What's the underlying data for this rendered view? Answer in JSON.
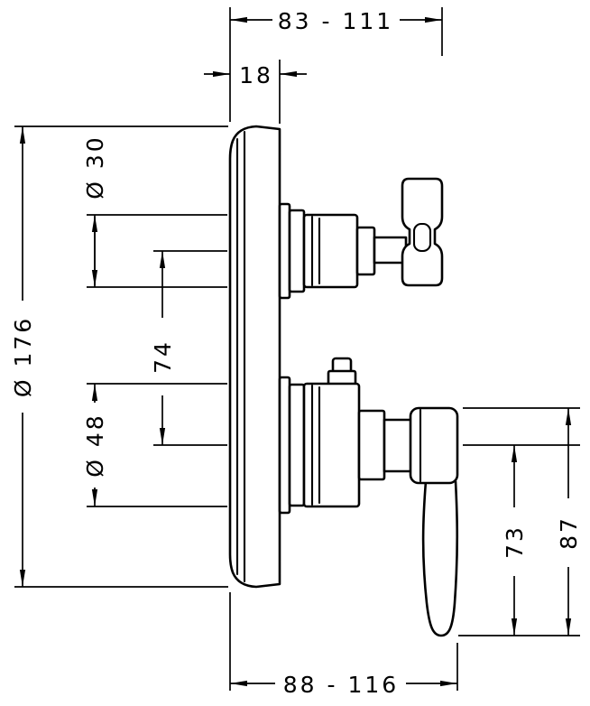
{
  "drawing": {
    "kind": "technical-dimension-drawing",
    "subject": "concealed thermostat trim, side view with cross handle and lever handle",
    "background": "#ffffff",
    "line_color": "#000000",
    "dimensions": {
      "top_width_range": "83 - 111",
      "plate_depth": "18",
      "top_sleeve_diameter": "Ø 30",
      "plate_diameter": "Ø 176",
      "valve_center_distance": "74",
      "bottom_sleeve_diameter": "Ø 48",
      "lever_pivot_length": "73",
      "lever_overall_length": "87",
      "bottom_width_range": "88 - 116"
    }
  }
}
